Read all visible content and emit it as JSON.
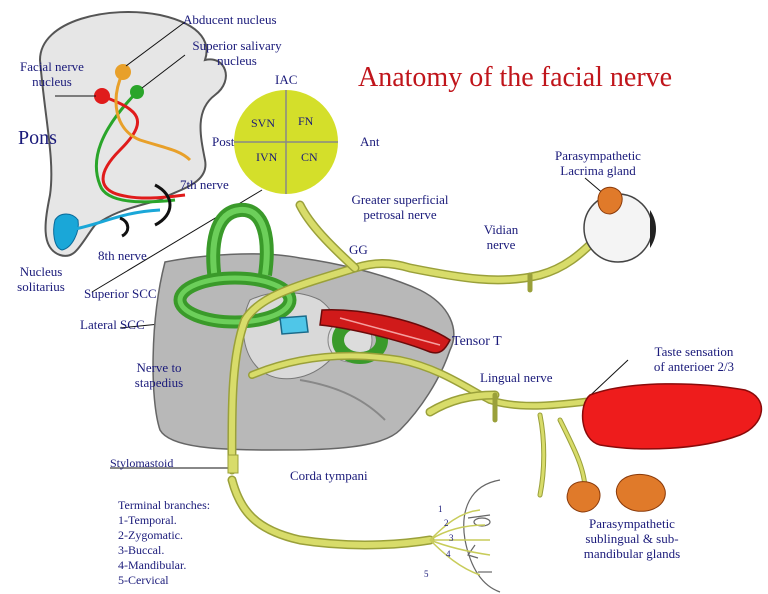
{
  "title": "Anatomy of the facial nerve",
  "pons_label": "Pons",
  "labels": {
    "abducent_nucleus": "Abducent nucleus",
    "superior_salivary_1": "Superior salivary",
    "superior_salivary_2": "nucleus",
    "facial_nerve_nucleus_1": "Facial nerve",
    "facial_nerve_nucleus_2": "nucleus",
    "nerve_7th": "7th nerve",
    "nerve_8th": "8th nerve",
    "nucleus_solitarius_1": "Nucleus",
    "nucleus_solitarius_2": "solitarius",
    "iac": "IAC",
    "post": "Post",
    "ant": "Ant",
    "greater_superficial_1": "Greater superficial",
    "greater_superficial_2": "petrosal nerve",
    "gg": "GG",
    "vidian_1": "Vidian",
    "vidian_2": "nerve",
    "lacrimal_1": "Parasympathetic",
    "lacrimal_2": "Lacrima gland",
    "superior_scc": "Superior SCC",
    "lateral_scc": "Lateral SCC",
    "tensor_t": "Tensor T",
    "nerve_to_stapedius_1": "Nerve to",
    "nerve_to_stapedius_2": "stapedius",
    "lingual_nerve": "Lingual nerve",
    "taste_1": "Taste sensation",
    "taste_2": "of anterioer 2/3",
    "stylomastoid": "Stylomastoid",
    "corda_tympani": "Corda tympani",
    "glands_1": "Parasympathetic",
    "glands_2": "sublingual & sub-",
    "glands_3": "mandibular glands"
  },
  "iac_quadrants": {
    "top_left": "SVN",
    "top_right": "FN",
    "bottom_left": "IVN",
    "bottom_right": "CN"
  },
  "terminal_branches": {
    "heading": "Terminal branches:",
    "items": [
      "1-Temporal.",
      "2-Zygomatic.",
      "3-Buccal.",
      "4-Mandibular.",
      "5-Cervical"
    ]
  },
  "branch_numbers": [
    "1",
    "2",
    "3",
    "4",
    "5"
  ],
  "colors": {
    "title": "#c0151b",
    "label": "#1a1a7a",
    "nerve": "#d8dc6a",
    "iac_disc": "#d4df2a",
    "tongue": "#ee1c1c",
    "gland": "#e07a2a",
    "scc": "#3a9a2a"
  }
}
